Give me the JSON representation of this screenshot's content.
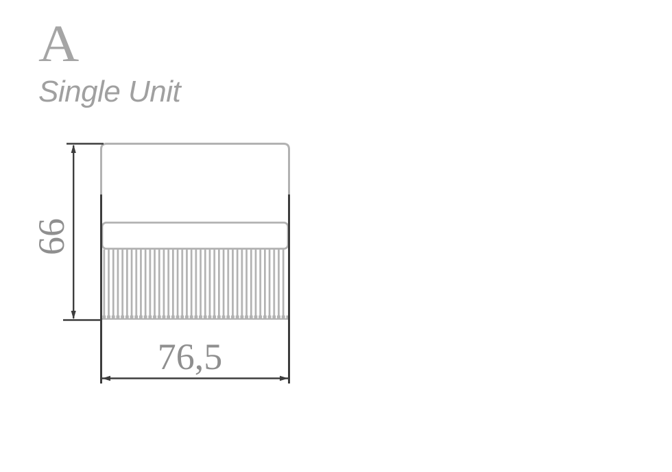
{
  "header": {
    "letter": "A",
    "subtitle": "Single Unit"
  },
  "drawing": {
    "dimensions": {
      "height": {
        "value": "66"
      },
      "width": {
        "value": "76,5"
      }
    }
  },
  "colors": {
    "background": "#ffffff",
    "outline-light": "#b2b2b2",
    "outline-dark": "#3d3d3d",
    "dim-line": "#3d3d3d",
    "dim-text": "#8f8f8f",
    "header-letter": "#a5a5a5",
    "subtitle": "#a0a0a0"
  }
}
